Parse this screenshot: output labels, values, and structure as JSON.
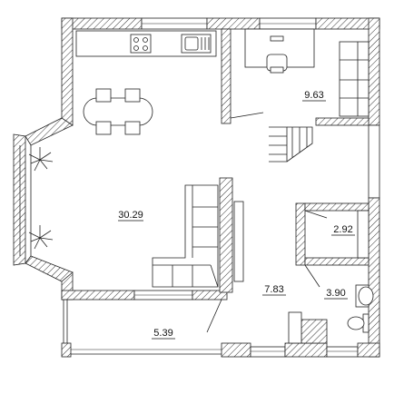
{
  "plan": {
    "rooms": [
      {
        "id": "living",
        "area": "30.29"
      },
      {
        "id": "study",
        "area": "9.63"
      },
      {
        "id": "storage",
        "area": "2.92"
      },
      {
        "id": "hall",
        "area": "7.83"
      },
      {
        "id": "bathroom",
        "area": "3.90"
      },
      {
        "id": "terrace",
        "area": "5.39"
      }
    ],
    "furniture_icons": [
      "kitchen-counter-icon",
      "dining-table-icon",
      "sofa-icon",
      "desk-icon",
      "plant-icon",
      "sink-icon",
      "toilet-icon",
      "stair-icon"
    ]
  }
}
